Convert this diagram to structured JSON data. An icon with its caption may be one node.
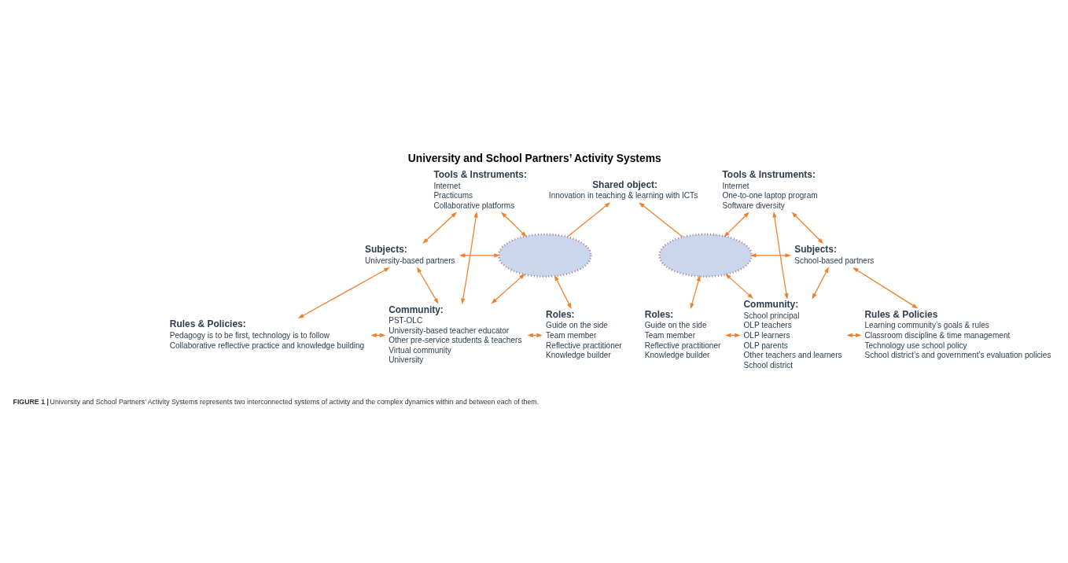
{
  "diagram": {
    "title": "University and School Partners’ Activity Systems",
    "caption": "**FIGURE 1 |** University and School Partners’ Activity Systems represents two interconnected systems of activity and the complex dynamics within and between each of them.",
    "nodes": [
      {
        "text": [
          "Tools & Instruments:",
          "Internet",
          "Practicums",
          "Collaborative platforms"
        ]
      },
      {
        "text": [
          "Subjects:",
          "University-based partners"
        ]
      },
      {
        "text": [
          "Shared object:",
          "Innovation in teaching & learning with ICTs"
        ]
      },
      {
        "text": [
          "Rules & Policies:",
          "Pedagogy is to be first, technology is to follow",
          "Collaborative reflective practice and knowledge building"
        ]
      },
      {
        "text": [
          "Community:",
          "PST-OLC",
          "University-based teacher educator",
          "Other pre-service students & teachers",
          "Virtual community",
          "University"
        ]
      },
      {
        "text": [
          "Roles:",
          "Guide on the side",
          "Team member",
          "Reflective practitioner",
          "Knowledge builder"
        ]
      },
      {
        "text": [
          "Tools & Instruments:",
          "Internet",
          "One-to-one laptop program",
          "Software diversity"
        ]
      },
      {
        "text": [
          "Subjects:",
          "School-based partners"
        ]
      },
      {
        "text": [
          "Rules & Policies",
          "Learning community’s goals & rules",
          "Classroom discipline & time management",
          "Technology use school policy",
          "School district’s and government’s evaluation policies"
        ]
      },
      {
        "text": [
          "Community:",
          "School principal",
          "OLP teachers",
          "OLP learners",
          "OLP parents",
          "Other teachers and learners",
          "School district"
        ]
      },
      {
        "text": [
          "Roles:",
          "Guide on the side",
          "Team member",
          "Reflective practitioner",
          "Knowledge builder"
        ]
      },
      {
        "text": [],
        "shape": "ellipse"
      },
      {
        "text": [],
        "shape": "ellipse"
      }
    ],
    "edges": [
      {
        "from": 0,
        "to": 1,
        "arrow": "both"
      },
      {
        "from": 0,
        "to": 11,
        "arrow": "both"
      },
      {
        "from": 0,
        "to": 4,
        "arrow": "both"
      },
      {
        "from": 1,
        "to": 11,
        "arrow": "both"
      },
      {
        "from": 1,
        "to": 3,
        "arrow": "both"
      },
      {
        "from": 1,
        "to": 4,
        "arrow": "both"
      },
      {
        "from": 3,
        "to": 4,
        "arrow": "both"
      },
      {
        "from": 11,
        "to": 4,
        "arrow": "both"
      },
      {
        "from": 4,
        "to": 5,
        "arrow": "both"
      },
      {
        "from": 11,
        "to": 5,
        "arrow": "both"
      },
      {
        "from": 11,
        "to": 2,
        "arrow": "to"
      },
      {
        "from": 6,
        "to": 12,
        "arrow": "both"
      },
      {
        "from": 6,
        "to": 7,
        "arrow": "both"
      },
      {
        "from": 6,
        "to": 9,
        "arrow": "both"
      },
      {
        "from": 12,
        "to": 7,
        "arrow": "both"
      },
      {
        "from": 12,
        "to": 10,
        "arrow": "both"
      },
      {
        "from": 12,
        "to": 9,
        "arrow": "both"
      },
      {
        "from": 10,
        "to": 9,
        "arrow": "both"
      },
      {
        "from": 9,
        "to": 7,
        "arrow": "both"
      },
      {
        "from": 9,
        "to": 8,
        "arrow": "both"
      },
      {
        "from": 7,
        "to": 8,
        "arrow": "both"
      },
      {
        "from": 12,
        "to": 2,
        "arrow": "to"
      }
    ]
  }
}
